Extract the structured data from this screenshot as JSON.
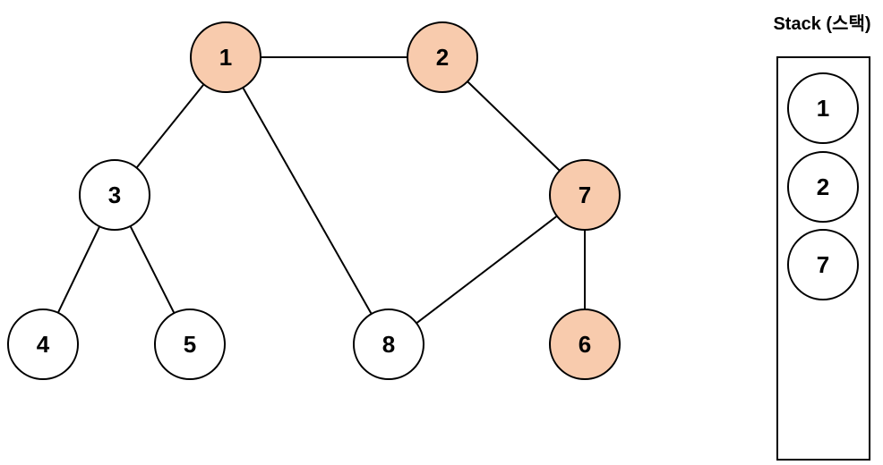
{
  "colors": {
    "visited_fill": "#f8cbad",
    "default_fill": "#ffffff",
    "stroke": "#000000"
  },
  "graph": {
    "nodes": [
      {
        "id": "1",
        "label": "1",
        "visited": true
      },
      {
        "id": "2",
        "label": "2",
        "visited": true
      },
      {
        "id": "3",
        "label": "3",
        "visited": false
      },
      {
        "id": "4",
        "label": "4",
        "visited": false
      },
      {
        "id": "5",
        "label": "5",
        "visited": false
      },
      {
        "id": "6",
        "label": "6",
        "visited": true
      },
      {
        "id": "7",
        "label": "7",
        "visited": true
      },
      {
        "id": "8",
        "label": "8",
        "visited": false
      }
    ],
    "edges": [
      [
        "1",
        "2"
      ],
      [
        "1",
        "3"
      ],
      [
        "1",
        "8"
      ],
      [
        "2",
        "7"
      ],
      [
        "3",
        "4"
      ],
      [
        "3",
        "5"
      ],
      [
        "7",
        "8"
      ],
      [
        "7",
        "6"
      ]
    ]
  },
  "stack": {
    "title": "Stack (스택)",
    "items": [
      "1",
      "2",
      "7"
    ]
  }
}
